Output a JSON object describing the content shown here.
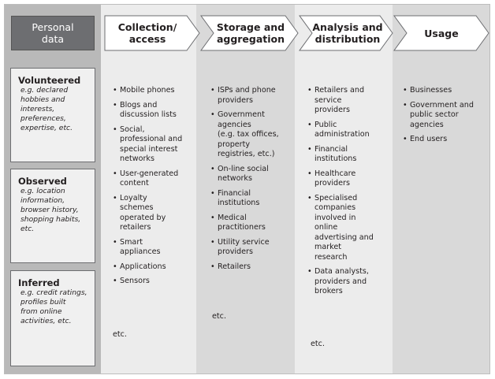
{
  "personal_data_header": "Personal\ndata",
  "stages": [
    {
      "label": "Collection/\naccess"
    },
    {
      "label": "Storage and\naggregation"
    },
    {
      "label": "Analysis and\ndistribution"
    },
    {
      "label": "Usage"
    }
  ],
  "data_types": [
    {
      "title": "Volunteered",
      "description": "e.g. declared\nhobbies and\ninterests,\npreferences,\nexpertise, etc."
    },
    {
      "title": "Observed",
      "description": "e.g. location\ninformation,\nbrowser history,\nshopping habits,\netc."
    },
    {
      "title": "Inferred",
      "description": "e.g. credit ratings,\nprofiles built\nfrom online\nactivities, etc."
    }
  ],
  "collection": {
    "items": [
      "Mobile phones",
      "Blogs and\ndiscussion lists",
      "Social,\nprofessional and\nspecial interest\nnetworks",
      "User-generated\ncontent",
      "Loyalty\nschemes\noperated by\nretailers",
      "Smart\nappliances",
      "Applications",
      "Sensors"
    ],
    "etc": "etc."
  },
  "storage": {
    "items": [
      "ISPs and phone\nproviders",
      "Government\nagencies\n(e.g. tax offices,\nproperty\nregistries, etc.)",
      "On-line social\nnetworks",
      "Financial\ninstitutions",
      "Medical\npractitioners",
      "Utility service\nproviders",
      "Retailers"
    ],
    "etc": "etc."
  },
  "analysis": {
    "items": [
      "Retailers and\nservice\nproviders",
      "Public\nadministration",
      "Financial\ninstitutions",
      "Healthcare\nproviders",
      "Specialised\ncompanies\ninvolved in\nonline\nadvertising and\nmarket\nresearch",
      "Data analysts,\nproviders and\nbrokers"
    ],
    "etc": "etc."
  },
  "usage": {
    "items": [
      "Businesses",
      "Government and\npublic sector\nagencies",
      "End users"
    ]
  },
  "colors": {
    "dark_header": "#6d6e71",
    "column_light": "#ececec",
    "column_mid": "#d9d9d9",
    "column_dark": "#b9b9b9"
  }
}
